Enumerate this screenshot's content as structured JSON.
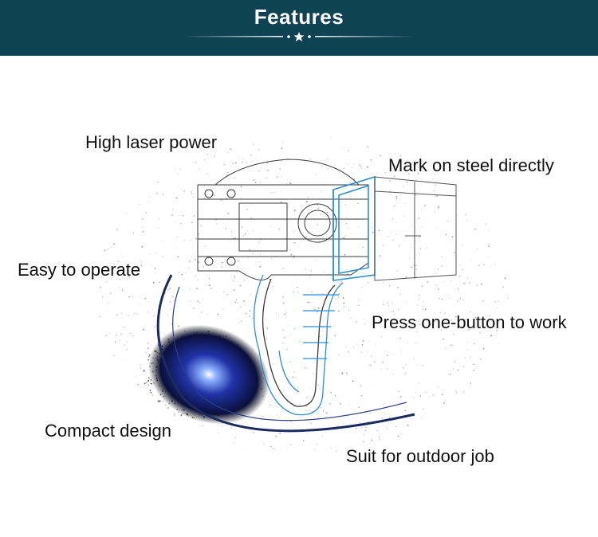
{
  "header": {
    "title": "Features"
  },
  "features": [
    "High laser power",
    "Mark on steel directly",
    "Easy to operate",
    "Press one-button to work",
    "Compact design",
    "Suit for outdoor job"
  ],
  "colors": {
    "header_bg": "#0f4253",
    "header_text": "#ffffff",
    "line_blue": "#2a8fd8",
    "glow": "#1a2a9a"
  }
}
